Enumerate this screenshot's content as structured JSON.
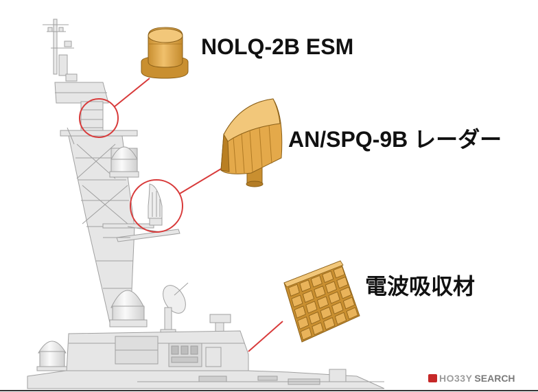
{
  "labels": {
    "esm": "NOLQ-2B ESM",
    "spq": "AN/SPQ-9B レーダー",
    "absorber": "電波吸収材"
  },
  "watermark": {
    "brand": "HO33Y",
    "suffix": "SEARCH"
  },
  "colors": {
    "part": "#e4a94a",
    "part_dark": "#b97f23",
    "part_light": "#f2c77a",
    "leader": "#d83a3a",
    "hull": "#e6e6e6",
    "hull_line": "#a9a9a9",
    "text": "#111111"
  }
}
